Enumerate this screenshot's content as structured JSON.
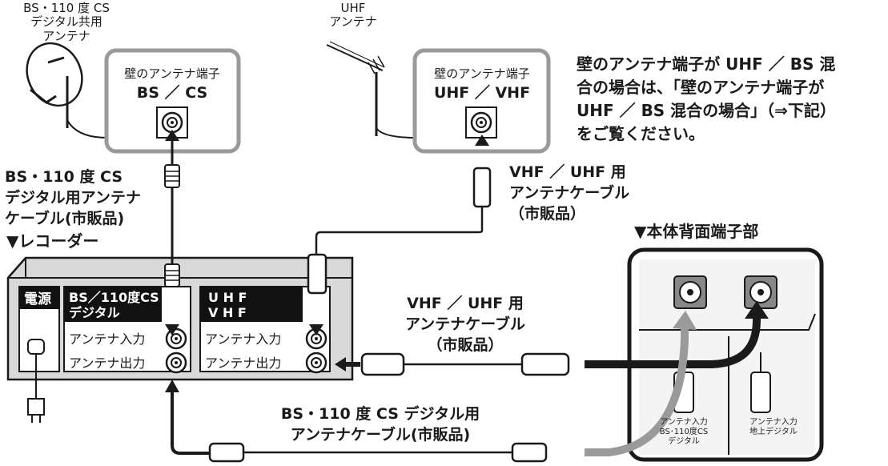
{
  "bs_antenna": {
    "label_lines": [
      "BS・110 度 CS",
      "デジタル共用",
      "アンテナ"
    ]
  },
  "uhf_antenna": {
    "label_lines": [
      "UHF",
      "アンテナ"
    ]
  },
  "wall_bs": {
    "title": "壁のアンテナ端子",
    "name": "BS ／ CS"
  },
  "wall_uhf": {
    "title": "壁のアンテナ端子",
    "name": "UHF ／ VHF"
  },
  "note": {
    "lines": [
      "壁のアンテナ端子が UHF ／ BS 混",
      "合の場合は、「壁のアンテナ端子が",
      "UHF ／ BS 混合の場合」（⇒",
      "をご覧ください。"
    ],
    "ref": "下記",
    "ref_end": "）"
  },
  "cable_bs_top": {
    "lines": [
      "BS・110 度 CS",
      "デジタル用アンテナ",
      "ケーブル(市販品)"
    ]
  },
  "cable_vhf_top": {
    "lines": [
      "VHF ／ UHF 用",
      "アンテナケーブル",
      "（市販品）"
    ]
  },
  "recorder": {
    "title": "▼レコーダー",
    "power": "電源",
    "bs_header": [
      "BS／110度CS",
      "デジタル"
    ],
    "uhf_header": [
      "U H F",
      "V H F"
    ],
    "input": "アンテナ入力",
    "output": "アンテナ出力"
  },
  "cable_vhf_mid": {
    "lines": [
      "VHF ／ UHF 用",
      "アンテナケーブル",
      "（市販品）"
    ]
  },
  "cable_bs_bottom": {
    "lines": [
      "BS・110 度 CS デジタル用",
      "アンテナケーブル(市販品)"
    ]
  },
  "rear_panel": {
    "title": "▼本体背面端子部",
    "left_jack": [
      "アンテナ入力",
      "BS･110度CS",
      "デジタル"
    ],
    "right_jack": [
      "アンテナ入力",
      "地上デジタル"
    ]
  },
  "colors": {
    "line": "#1a1a1a",
    "recorder_body": "#d9d9d9",
    "arrow_gray": "#9a9a9a",
    "panel_gray": "#c8c8c8"
  }
}
